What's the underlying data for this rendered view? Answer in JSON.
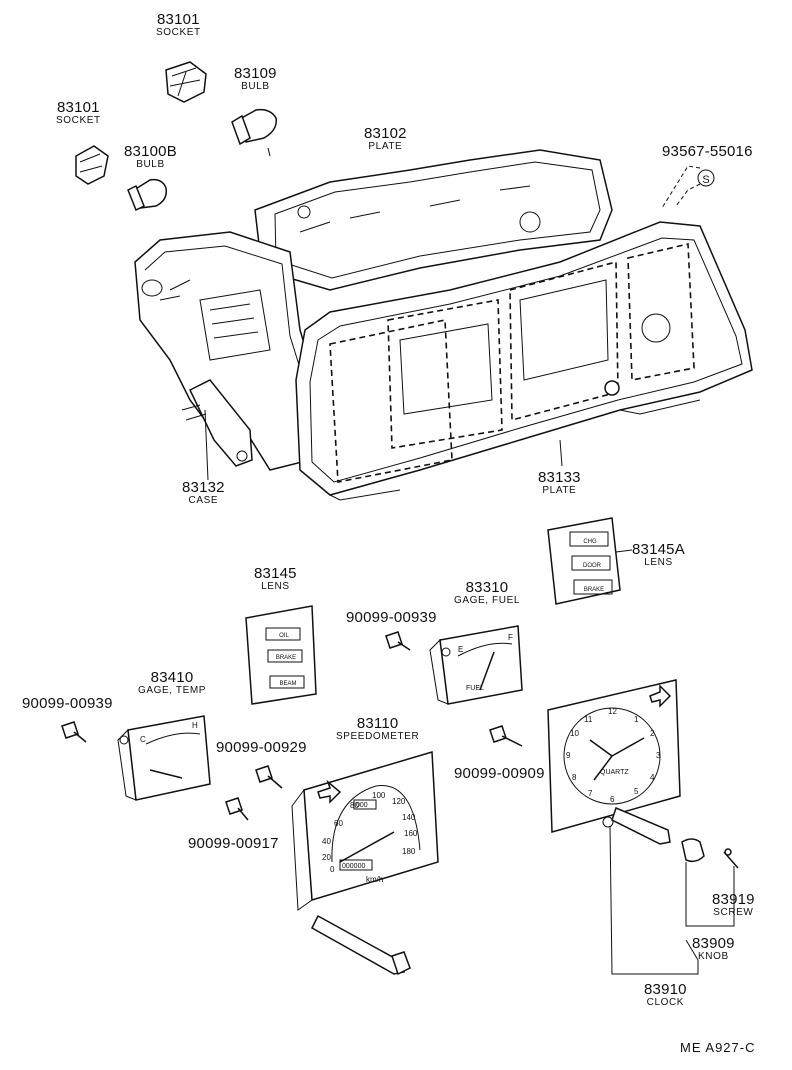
{
  "diagram_ref": "ME  A927-C",
  "parts": [
    {
      "id": "socket-83101-top",
      "number": "83101",
      "name": "SOCKET"
    },
    {
      "id": "bulb-83109",
      "number": "83109",
      "name": "BULB"
    },
    {
      "id": "socket-83101-left",
      "number": "83101",
      "name": "SOCKET"
    },
    {
      "id": "bulb-83100b",
      "number": "83100B",
      "name": "BULB"
    },
    {
      "id": "plate-83102",
      "number": "83102",
      "name": "PLATE"
    },
    {
      "id": "part-93567",
      "number": "93567-55016",
      "name": ""
    },
    {
      "id": "case-83132",
      "number": "83132",
      "name": "CASE"
    },
    {
      "id": "plate-83133",
      "number": "83133",
      "name": "PLATE"
    },
    {
      "id": "lens-83145a",
      "number": "83145A",
      "name": "LENS"
    },
    {
      "id": "lens-83145",
      "number": "83145",
      "name": "LENS"
    },
    {
      "id": "gage-fuel-83310",
      "number": "83310",
      "name": "GAGE, FUEL"
    },
    {
      "id": "screw-90099-00939-a",
      "number": "90099-00939",
      "name": ""
    },
    {
      "id": "gage-temp-83410",
      "number": "83410",
      "name": "GAGE, TEMP"
    },
    {
      "id": "screw-90099-00939-b",
      "number": "90099-00939",
      "name": ""
    },
    {
      "id": "speedometer-83110",
      "number": "83110",
      "name": "SPEEDOMETER"
    },
    {
      "id": "screw-90099-00929",
      "number": "90099-00929",
      "name": ""
    },
    {
      "id": "screw-90099-00917",
      "number": "90099-00917",
      "name": ""
    },
    {
      "id": "screw-90099-00909",
      "number": "90099-00909",
      "name": ""
    },
    {
      "id": "screw-83919",
      "number": "83919",
      "name": "SCREW"
    },
    {
      "id": "knob-83909",
      "number": "83909",
      "name": "KNOB"
    },
    {
      "id": "clock-83910",
      "number": "83910",
      "name": "CLOCK"
    }
  ],
  "markings": {
    "symbol_s": "S",
    "lens_small": [
      "OIL",
      "BRAKE",
      "BEAM"
    ],
    "lens_large": [
      "CHG",
      "DOOR",
      "BRAKE"
    ],
    "fuel": {
      "e": "E",
      "f": "F",
      "label": "FUEL"
    },
    "temp": {
      "c": "C",
      "h": "H"
    },
    "speedo_ticks": [
      "0",
      "20",
      "40",
      "60",
      "80",
      "100",
      "120",
      "140",
      "160",
      "180"
    ],
    "speedo_unit": "km/h",
    "odometer": "000000",
    "trip": "000",
    "clock_numbers": [
      "12",
      "1",
      "2",
      "3",
      "4",
      "5",
      "6",
      "7",
      "8",
      "9",
      "10",
      "11"
    ],
    "clock_brand": "QUARTZ"
  }
}
